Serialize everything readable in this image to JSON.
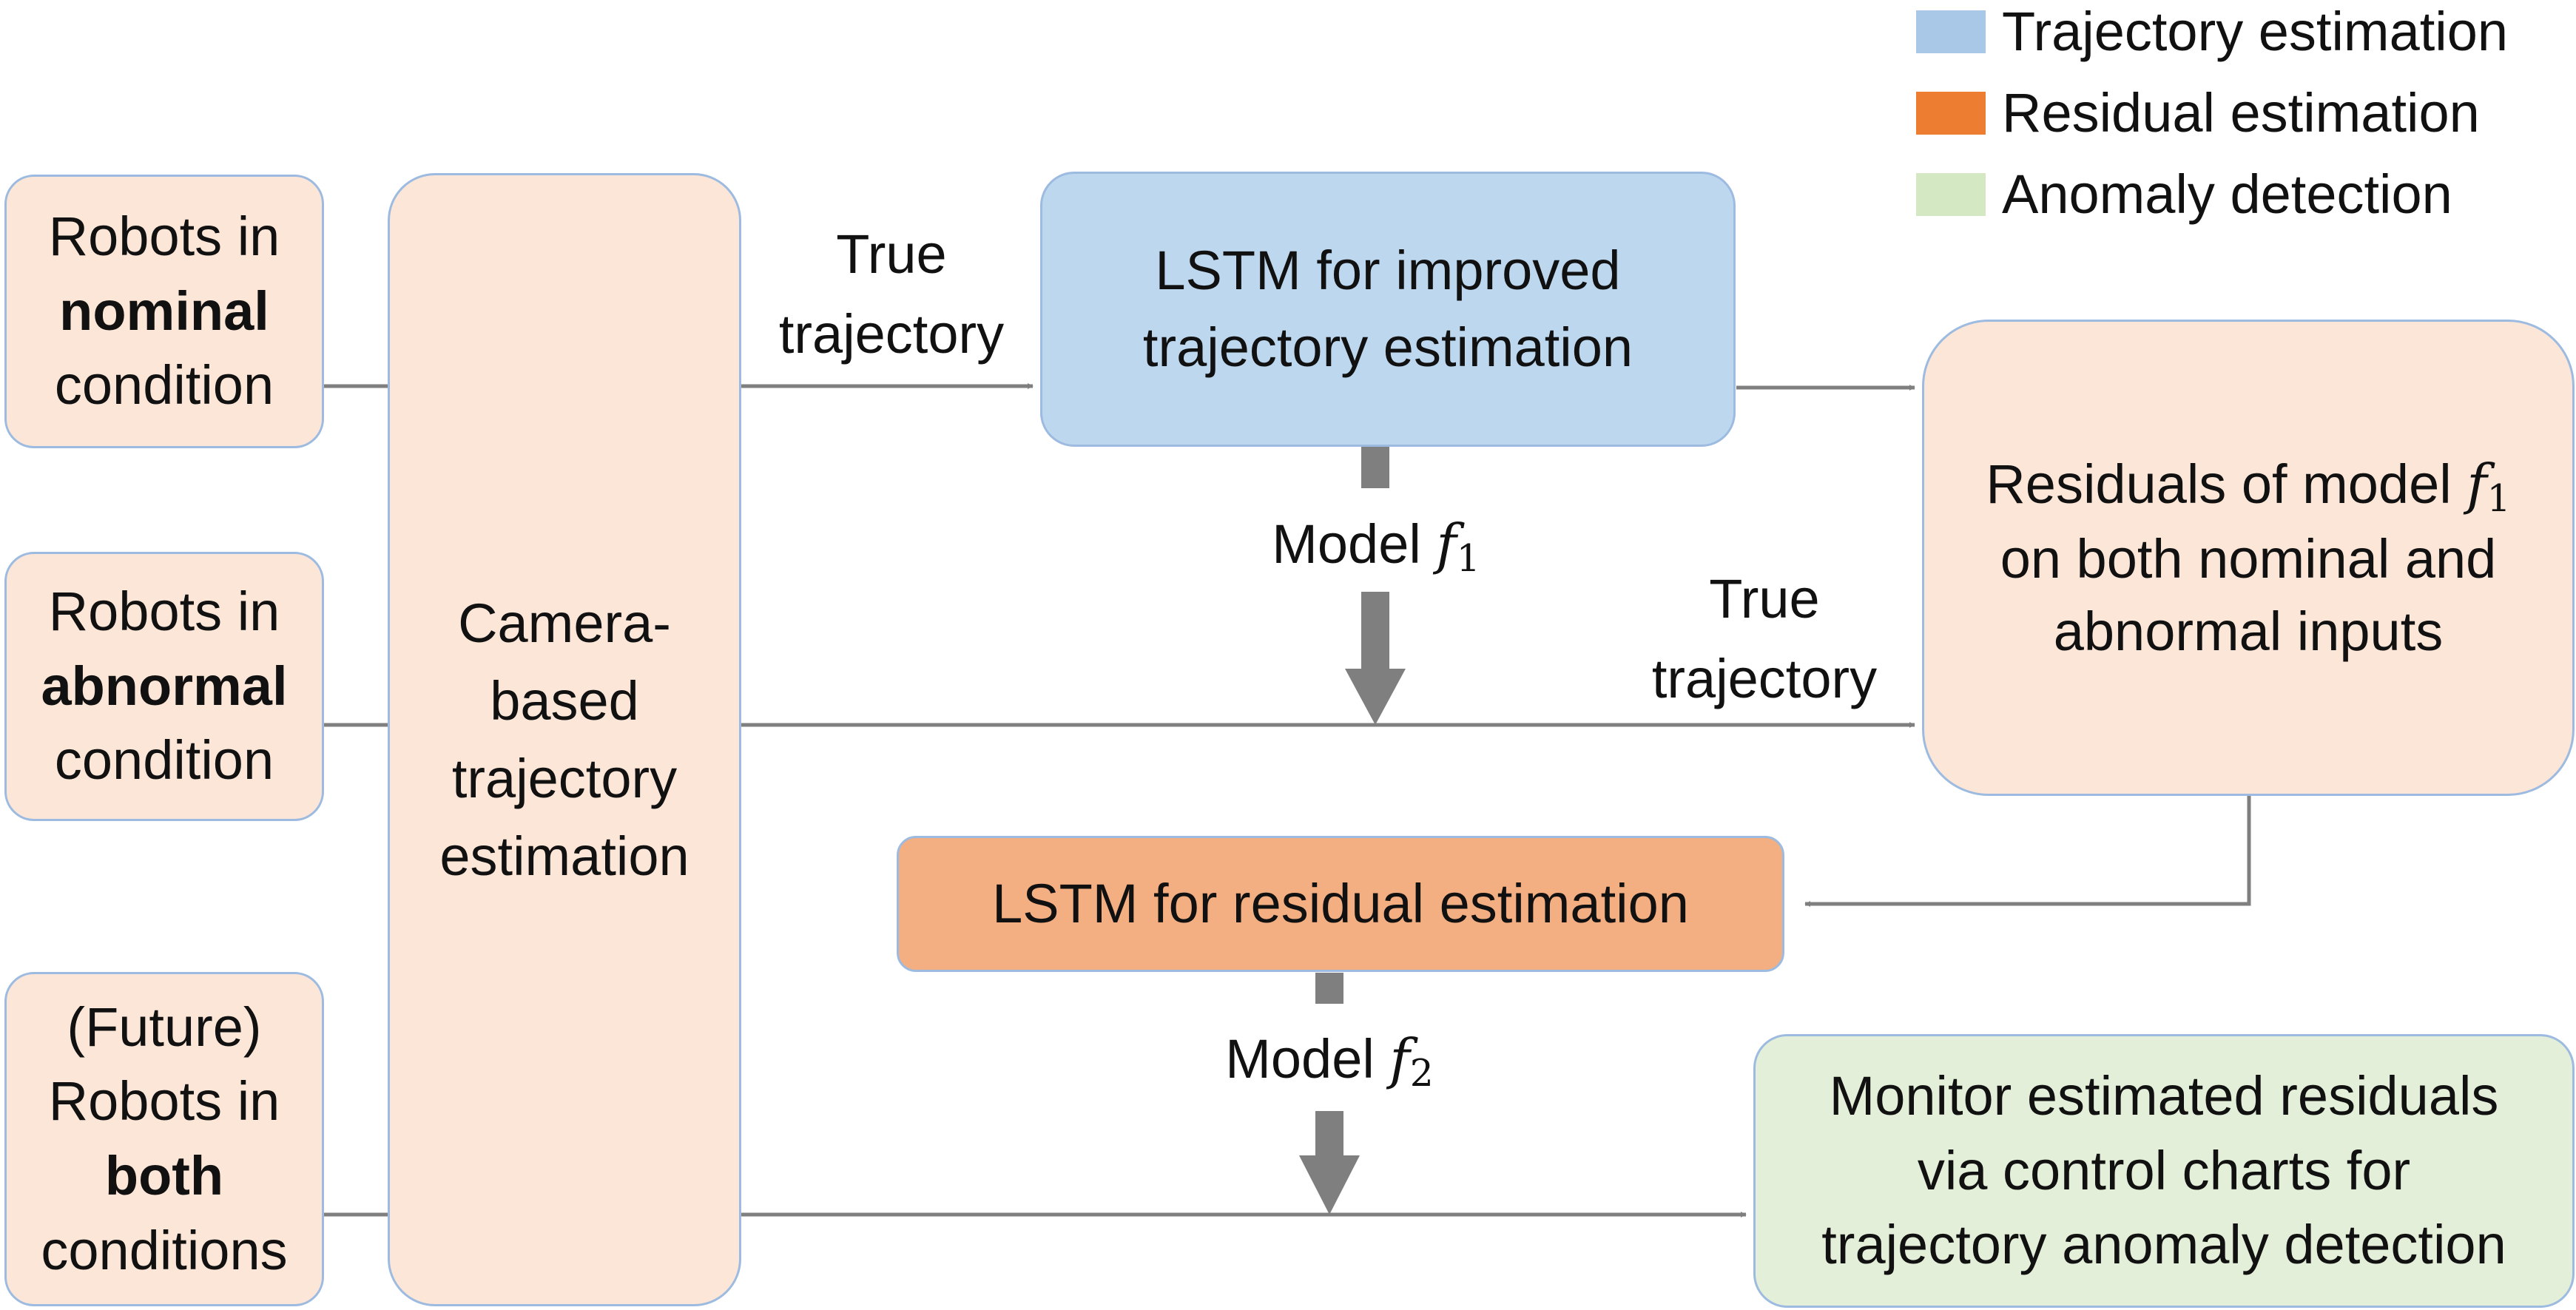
{
  "legend": [
    {
      "label": "Trajectory estimation",
      "color": "#a9c8e8"
    },
    {
      "label": "Residual estimation",
      "color": "#ed7d31"
    },
    {
      "label": "Anomaly detection",
      "color": "#d5e8c4"
    }
  ],
  "inputs": {
    "nominal": {
      "line1": "Robots in",
      "bold": "nominal",
      "line3": "condition"
    },
    "abnormal": {
      "line1": "Robots in",
      "bold": "abnormal",
      "line3": "condition"
    },
    "both": {
      "line1": "(Future)",
      "line2": "Robots in",
      "bold": "both",
      "line4": "conditions"
    }
  },
  "camera_box": {
    "line1": "Camera-",
    "line2": "based",
    "line3": "trajectory",
    "line4": "estimation"
  },
  "lstm_trajectory": {
    "line1": "LSTM for improved",
    "line2": "trajectory estimation"
  },
  "residuals_box": {
    "line1": "Residuals of model",
    "symbol": "f",
    "subscript": "1",
    "line2": "on both nominal and",
    "line3": "abnormal inputs"
  },
  "lstm_residual": {
    "label": "LSTM for residual estimation"
  },
  "monitor_box": {
    "line1": "Monitor estimated residuals",
    "line2": "via control charts for",
    "line3": "trajectory anomaly detection"
  },
  "edge_labels": {
    "true_trajectory_top": {
      "line1": "True",
      "line2": "trajectory"
    },
    "true_trajectory_mid": {
      "line1": "True",
      "line2": "trajectory"
    },
    "model_f1": {
      "prefix": "Model",
      "symbol": "f",
      "subscript": "1"
    },
    "model_f2": {
      "prefix": "Model",
      "symbol": "f",
      "subscript": "2"
    }
  }
}
